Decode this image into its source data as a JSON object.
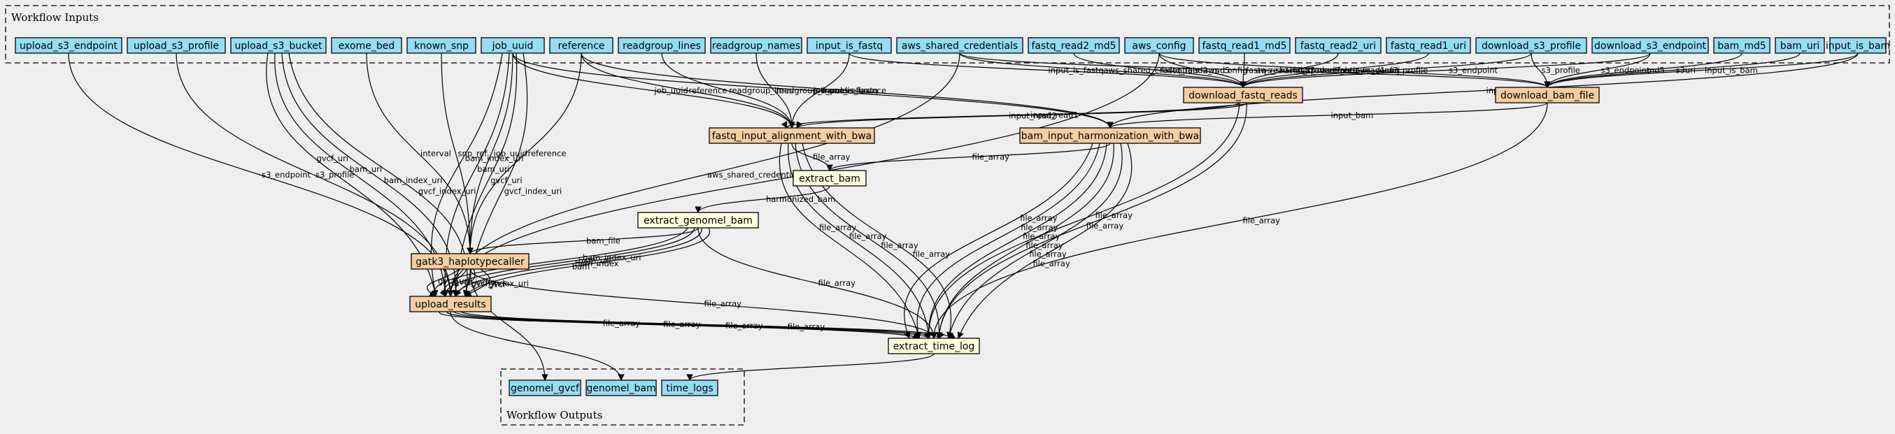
{
  "clusters": {
    "inputs": "Workflow Inputs",
    "outputs": "Workflow Outputs"
  },
  "colors": {
    "input_fill": "#94DDF4",
    "step_fill": "#F3CEA1",
    "expression_fill": "#FFFFE0",
    "background": "#EEEEEE"
  },
  "nodes": [
    {
      "id": "upload_s3_endpoint",
      "label": "upload_s3_endpoint",
      "kind": "input"
    },
    {
      "id": "upload_s3_profile",
      "label": "upload_s3_profile",
      "kind": "input"
    },
    {
      "id": "upload_s3_bucket",
      "label": "upload_s3_bucket",
      "kind": "input"
    },
    {
      "id": "exome_bed",
      "label": "exome_bed",
      "kind": "input"
    },
    {
      "id": "known_snp",
      "label": "known_snp",
      "kind": "input"
    },
    {
      "id": "job_uuid",
      "label": "job_uuid",
      "kind": "input"
    },
    {
      "id": "reference",
      "label": "reference",
      "kind": "input"
    },
    {
      "id": "readgroup_lines",
      "label": "readgroup_lines",
      "kind": "input"
    },
    {
      "id": "readgroup_names",
      "label": "readgroup_names",
      "kind": "input"
    },
    {
      "id": "input_is_fastq",
      "label": "input_is_fastq",
      "kind": "input"
    },
    {
      "id": "aws_shared_credentials",
      "label": "aws_shared_credentials",
      "kind": "input"
    },
    {
      "id": "fastq_read2_md5",
      "label": "fastq_read2_md5",
      "kind": "input"
    },
    {
      "id": "aws_config",
      "label": "aws_config",
      "kind": "input"
    },
    {
      "id": "fastq_read1_md5",
      "label": "fastq_read1_md5",
      "kind": "input"
    },
    {
      "id": "fastq_read2_uri",
      "label": "fastq_read2_uri",
      "kind": "input"
    },
    {
      "id": "fastq_read1_uri",
      "label": "fastq_read1_uri",
      "kind": "input"
    },
    {
      "id": "download_s3_profile",
      "label": "download_s3_profile",
      "kind": "input"
    },
    {
      "id": "download_s3_endpoint",
      "label": "download_s3_endpoint",
      "kind": "input"
    },
    {
      "id": "bam_md5",
      "label": "bam_md5",
      "kind": "input"
    },
    {
      "id": "bam_uri",
      "label": "bam_uri",
      "kind": "input"
    },
    {
      "id": "input_is_bam",
      "label": "input_is_bam",
      "kind": "input"
    },
    {
      "id": "download_fastq_reads",
      "label": "download_fastq_reads",
      "kind": "step"
    },
    {
      "id": "download_bam_file",
      "label": "download_bam_file",
      "kind": "step"
    },
    {
      "id": "fastq_input_alignment_with_bwa",
      "label": "fastq_input_alignment_with_bwa",
      "kind": "step"
    },
    {
      "id": "bam_input_harmonization_with_bwa",
      "label": "bam_input_harmonization_with_bwa",
      "kind": "step"
    },
    {
      "id": "extract_bam",
      "label": "extract_bam",
      "kind": "expression"
    },
    {
      "id": "extract_genomel_bam",
      "label": "extract_genomel_bam",
      "kind": "expression"
    },
    {
      "id": "gatk3_haplotypecaller",
      "label": "gatk3_haplotypecaller",
      "kind": "step"
    },
    {
      "id": "upload_results",
      "label": "upload_results",
      "kind": "step"
    },
    {
      "id": "extract_time_log",
      "label": "extract_time_log",
      "kind": "expression"
    },
    {
      "id": "genomel_gvcf",
      "label": "genomel_gvcf",
      "kind": "output"
    },
    {
      "id": "genomel_bam",
      "label": "genomel_bam",
      "kind": "output"
    },
    {
      "id": "time_logs",
      "label": "time_logs",
      "kind": "output"
    }
  ],
  "edges": [
    {
      "from": "upload_s3_endpoint",
      "to": "upload_results",
      "label": "s3_endpoint"
    },
    {
      "from": "upload_s3_profile",
      "to": "upload_results",
      "label": "s3_profile"
    },
    {
      "from": "upload_s3_bucket",
      "to": "upload_results",
      "label": "gvcf_uri"
    },
    {
      "from": "upload_s3_bucket",
      "to": "upload_results",
      "label": "bam_uri"
    },
    {
      "from": "upload_s3_bucket",
      "to": "upload_results",
      "label": "bam_index_uri"
    },
    {
      "from": "upload_s3_bucket",
      "to": "upload_results",
      "label": "gvcf_index_uri"
    },
    {
      "from": "exome_bed",
      "to": "gatk3_haplotypecaller",
      "label": "interval"
    },
    {
      "from": "known_snp",
      "to": "gatk3_haplotypecaller",
      "label": "snp_ref"
    },
    {
      "from": "job_uuid",
      "to": "gatk3_haplotypecaller",
      "label": "job_uuid"
    },
    {
      "from": "job_uuid",
      "to": "upload_results",
      "label": "bam_index_uri"
    },
    {
      "from": "job_uuid",
      "to": "upload_results",
      "label": "bam_uri"
    },
    {
      "from": "job_uuid",
      "to": "upload_results",
      "label": "gvcf_uri"
    },
    {
      "from": "job_uuid",
      "to": "upload_results",
      "label": "gvcf_index_uri"
    },
    {
      "from": "job_uuid",
      "to": "fastq_input_alignment_with_bwa",
      "label": "job_uuid"
    },
    {
      "from": "job_uuid",
      "to": "bam_input_harmonization_with_bwa",
      "label": "job_uuid"
    },
    {
      "from": "reference",
      "to": "gatk3_haplotypecaller",
      "label": "reference"
    },
    {
      "from": "reference",
      "to": "fastq_input_alignment_with_bwa",
      "label": "reference"
    },
    {
      "from": "reference",
      "to": "bam_input_harmonization_with_bwa",
      "label": "reference"
    },
    {
      "from": "readgroup_lines",
      "to": "fastq_input_alignment_with_bwa",
      "label": "readgroup_lines"
    },
    {
      "from": "readgroup_names",
      "to": "fastq_input_alignment_with_bwa",
      "label": "readgroup_names"
    },
    {
      "from": "input_is_fastq",
      "to": "download_fastq_reads",
      "label": "input_is_fastq"
    },
    {
      "from": "input_is_fastq",
      "to": "fastq_input_alignment_with_bwa",
      "label": "input_is_fastq"
    },
    {
      "from": "aws_shared_credentials",
      "to": "download_fastq_reads",
      "label": "aws_shared_credentials"
    },
    {
      "from": "aws_shared_credentials",
      "to": "download_bam_file",
      "label": "aws_shared_credentials"
    },
    {
      "from": "aws_shared_credentials",
      "to": "upload_results",
      "label": "aws_shared_credentials"
    },
    {
      "from": "fastq_read2_md5",
      "to": "download_fastq_reads",
      "label": "fastq_read2_md5"
    },
    {
      "from": "aws_config",
      "to": "download_fastq_reads",
      "label": "aws_config"
    },
    {
      "from": "aws_config",
      "to": "download_bam_file",
      "label": "aws_config"
    },
    {
      "from": "aws_config",
      "to": "upload_results",
      "label": "aws_config"
    },
    {
      "from": "fastq_read1_md5",
      "to": "download_fastq_reads",
      "label": "fastq_read1_md5"
    },
    {
      "from": "fastq_read2_uri",
      "to": "download_fastq_reads",
      "label": "fastq_read2_uri"
    },
    {
      "from": "fastq_read1_uri",
      "to": "download_fastq_reads",
      "label": "fastq_read1_uri"
    },
    {
      "from": "download_s3_profile",
      "to": "download_fastq_reads",
      "label": "s3_profile"
    },
    {
      "from": "download_s3_profile",
      "to": "download_bam_file",
      "label": "s3_profile"
    },
    {
      "from": "download_s3_endpoint",
      "to": "download_fastq_reads",
      "label": "s3_endpoint"
    },
    {
      "from": "download_s3_endpoint",
      "to": "download_bam_file",
      "label": "s3_endpoint"
    },
    {
      "from": "bam_md5",
      "to": "download_bam_file",
      "label": "md5"
    },
    {
      "from": "bam_uri",
      "to": "download_bam_file",
      "label": "s3uri"
    },
    {
      "from": "input_is_bam",
      "to": "download_bam_file",
      "label": "input_is_bam"
    },
    {
      "from": "input_is_bam",
      "to": "bam_input_harmonization_with_bwa",
      "label": "input_is_bam"
    },
    {
      "from": "download_fastq_reads",
      "to": "fastq_input_alignment_with_bwa",
      "label": "input_read1"
    },
    {
      "from": "download_fastq_reads",
      "to": "fastq_input_alignment_with_bwa",
      "label": "input_read2"
    },
    {
      "from": "download_fastq_reads",
      "to": "extract_time_log",
      "label": "file_array"
    },
    {
      "from": "download_fastq_reads",
      "to": "extract_time_log",
      "label": "file_array"
    },
    {
      "from": "download_bam_file",
      "to": "bam_input_harmonization_with_bwa",
      "label": "input_bam"
    },
    {
      "from": "download_bam_file",
      "to": "extract_time_log",
      "label": "file_array"
    },
    {
      "from": "fastq_input_alignment_with_bwa",
      "to": "extract_bam",
      "label": "file_array"
    },
    {
      "from": "fastq_input_alignment_with_bwa",
      "to": "extract_time_log",
      "label": "file_array"
    },
    {
      "from": "fastq_input_alignment_with_bwa",
      "to": "extract_time_log",
      "label": "file_array"
    },
    {
      "from": "fastq_input_alignment_with_bwa",
      "to": "extract_time_log",
      "label": "file_array"
    },
    {
      "from": "fastq_input_alignment_with_bwa",
      "to": "extract_time_log",
      "label": "file_array"
    },
    {
      "from": "bam_input_harmonization_with_bwa",
      "to": "extract_bam",
      "label": "file_array"
    },
    {
      "from": "bam_input_harmonization_with_bwa",
      "to": "extract_time_log",
      "label": "file_array"
    },
    {
      "from": "bam_input_harmonization_with_bwa",
      "to": "extract_time_log",
      "label": "file_array"
    },
    {
      "from": "bam_input_harmonization_with_bwa",
      "to": "extract_time_log",
      "label": "file_array"
    },
    {
      "from": "bam_input_harmonization_with_bwa",
      "to": "extract_time_log",
      "label": "file_array"
    },
    {
      "from": "bam_input_harmonization_with_bwa",
      "to": "extract_time_log",
      "label": "file_array"
    },
    {
      "from": "bam_input_harmonization_with_bwa",
      "to": "extract_time_log",
      "label": "file_array"
    },
    {
      "from": "extract_bam",
      "to": "extract_genomel_bam",
      "label": "harmonized_bam"
    },
    {
      "from": "extract_genomel_bam",
      "to": "gatk3_haplotypecaller",
      "label": "bam_file"
    },
    {
      "from": "extract_genomel_bam",
      "to": "upload_results",
      "label": "bam_index_uri"
    },
    {
      "from": "extract_genomel_bam",
      "to": "upload_results",
      "label": "bam_uri"
    },
    {
      "from": "extract_genomel_bam",
      "to": "upload_results",
      "label": "bam_index"
    },
    {
      "from": "extract_genomel_bam",
      "to": "upload_results",
      "label": "bam"
    },
    {
      "from": "extract_genomel_bam",
      "to": "extract_time_log",
      "label": "file_array"
    },
    {
      "from": "gatk3_haplotypecaller",
      "to": "upload_results",
      "label": "gvcf_uri"
    },
    {
      "from": "gatk3_haplotypecaller",
      "to": "upload_results",
      "label": "gvcf_index"
    },
    {
      "from": "gatk3_haplotypecaller",
      "to": "upload_results",
      "label": "gvcf_index_uri"
    },
    {
      "from": "gatk3_haplotypecaller",
      "to": "upload_results",
      "label": "gvcf"
    },
    {
      "from": "gatk3_haplotypecaller",
      "to": "extract_time_log",
      "label": "file_array"
    },
    {
      "from": "gatk3_haplotypecaller",
      "to": "genomel_gvcf",
      "label": ""
    },
    {
      "from": "upload_results",
      "to": "extract_time_log",
      "label": "file_array"
    },
    {
      "from": "upload_results",
      "to": "extract_time_log",
      "label": "file_array"
    },
    {
      "from": "upload_results",
      "to": "extract_time_log",
      "label": "file_array"
    },
    {
      "from": "upload_results",
      "to": "extract_time_log",
      "label": "file_array"
    },
    {
      "from": "upload_results",
      "to": "genomel_bam",
      "label": ""
    },
    {
      "from": "extract_time_log",
      "to": "time_logs",
      "label": ""
    }
  ]
}
